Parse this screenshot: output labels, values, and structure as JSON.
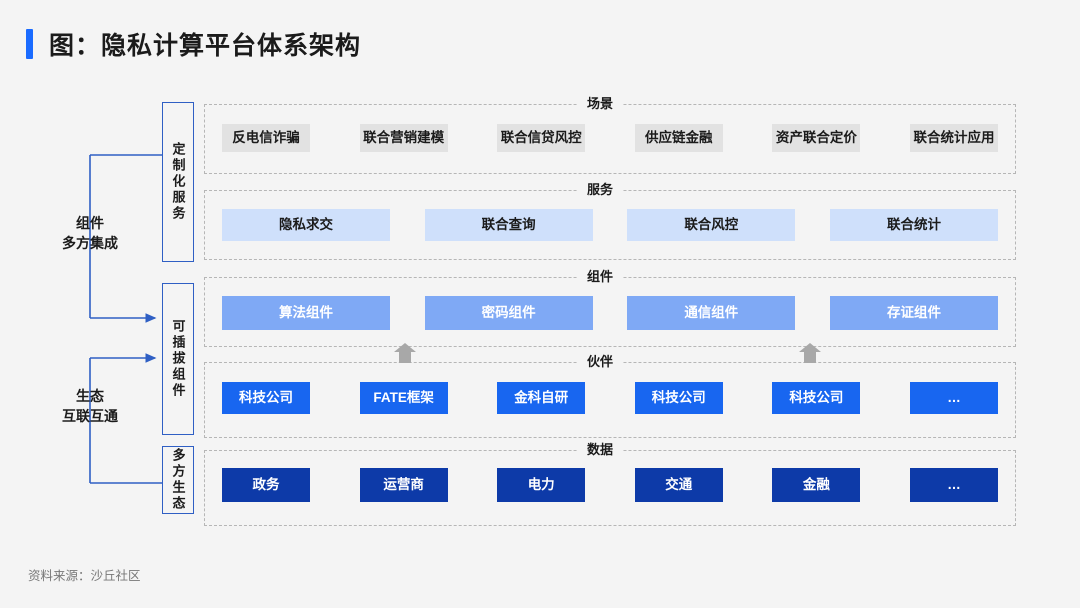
{
  "title": {
    "text": "图：隐私计算平台体系架构",
    "accent_color": "#1a6bff"
  },
  "left_panel": {
    "captions": [
      {
        "name": "integration",
        "line1": "组件",
        "line2": "多方集成"
      },
      {
        "name": "ecosystem",
        "line1": "生态",
        "line2": "互联互通"
      }
    ],
    "vertical_labels": [
      {
        "name": "custom-service",
        "text": "定制化服务"
      },
      {
        "name": "pluggable-component",
        "text": "可插拔组件"
      },
      {
        "name": "multiparty-ecosystem",
        "text": "多方生态"
      }
    ]
  },
  "rows": [
    {
      "key": "scene",
      "label": "场景",
      "fill": "#e2e2e2",
      "text_color": "#1b1b1b",
      "items": [
        "反电信诈骗",
        "联合营销建模",
        "联合信贷风控",
        "供应链金融",
        "资产联合定价",
        "联合统计应用"
      ]
    },
    {
      "key": "service",
      "label": "服务",
      "fill": "#cfe0fb",
      "text_color": "#1b1b1b",
      "items": [
        "隐私求交",
        "联合查询",
        "联合风控",
        "联合统计"
      ]
    },
    {
      "key": "component",
      "label": "组件",
      "fill": "#7fa9f5",
      "text_color": "#ffffff",
      "items": [
        "算法组件",
        "密码组件",
        "通信组件",
        "存证组件"
      ]
    },
    {
      "key": "partner",
      "label": "伙伴",
      "fill": "#1866f0",
      "text_color": "#ffffff",
      "items": [
        "科技公司",
        "FATE框架",
        "金科自研",
        "科技公司",
        "科技公司",
        "…"
      ]
    },
    {
      "key": "data",
      "label": "数据",
      "fill": "#0d3aa8",
      "text_color": "#ffffff",
      "items": [
        "政务",
        "运营商",
        "电力",
        "交通",
        "金融",
        "…"
      ]
    }
  ],
  "arrows": {
    "up_arrow_color": "#a8a8a8",
    "connector_color": "#2f5fc4",
    "count_up_arrows": 2
  },
  "footer": {
    "source": "资料来源：沙丘社区"
  }
}
